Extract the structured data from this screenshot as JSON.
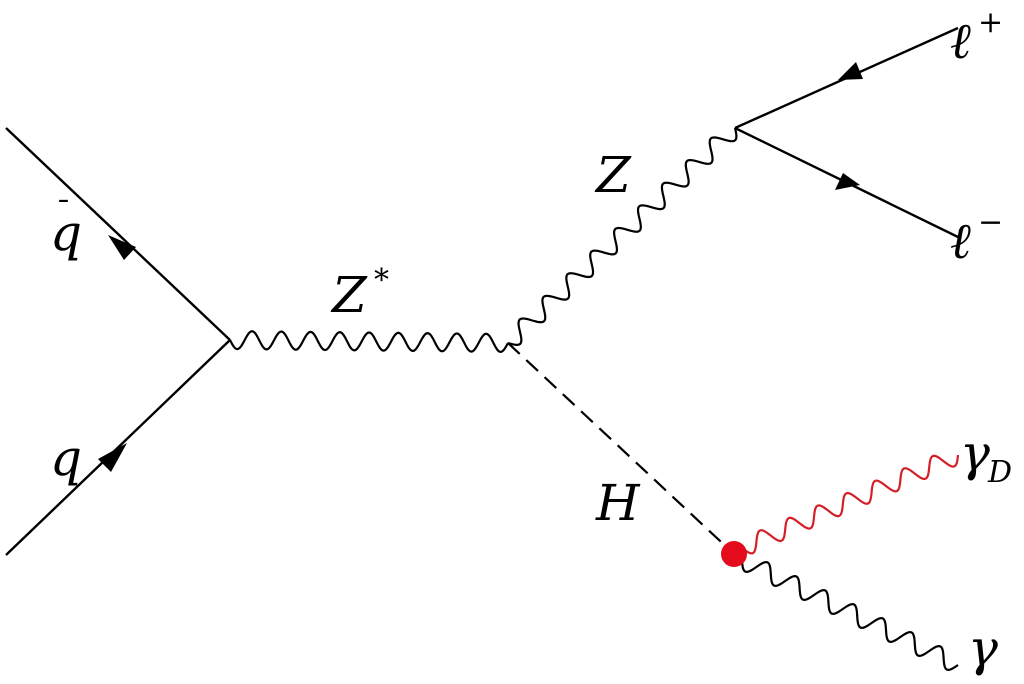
{
  "diagram": {
    "labels": {
      "qbar": {
        "base": "q",
        "bar": "¯"
      },
      "q": "q",
      "zstar": {
        "base": "Z",
        "sup": "*"
      },
      "z": "Z",
      "h": "H",
      "lplus": {
        "base": "ℓ",
        "sup": "+"
      },
      "lminus": {
        "base": "ℓ",
        "sup": "−"
      },
      "gamma_d": {
        "base": "γ",
        "sub": "D"
      },
      "gamma": "γ"
    },
    "colors": {
      "line": "#000000",
      "dark_photon": "#d42027",
      "dark_vertex": "#e30b1c"
    }
  }
}
